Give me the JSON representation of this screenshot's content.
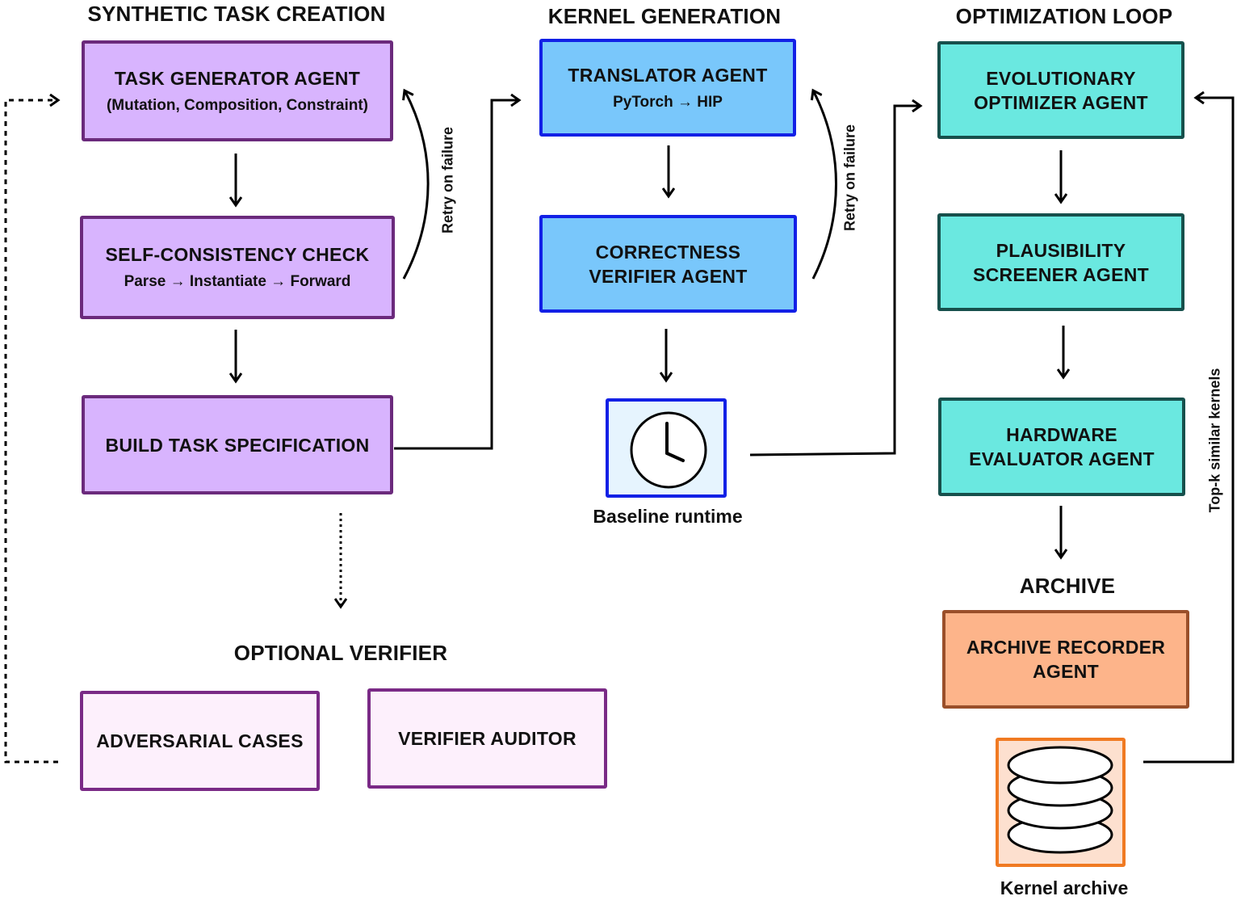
{
  "sections": {
    "synthetic": "SYNTHETIC TASK CREATION",
    "kernel": "KERNEL GENERATION",
    "optimization": "OPTIMIZATION LOOP",
    "archive": "ARCHIVE",
    "optional_verifier": "OPTIONAL VERIFIER"
  },
  "nodes": {
    "task_generator": {
      "title": "TASK GENERATOR AGENT",
      "sub": "(Mutation, Composition, Constraint)"
    },
    "self_consistency": {
      "title": "SELF-CONSISTENCY CHECK",
      "sub": "Parse → Instantiate → Forward"
    },
    "build_spec": {
      "title": "BUILD TASK SPECIFICATION"
    },
    "translator": {
      "title": "TRANSLATOR AGENT",
      "sub": "PyTorch → HIP"
    },
    "correctness": {
      "title": "CORRECTNESS VERIFIER AGENT"
    },
    "evolutionary": {
      "title": "EVOLUTIONARY OPTIMIZER AGENT"
    },
    "plausibility": {
      "title": "PLAUSIBILITY SCREENER AGENT"
    },
    "hardware": {
      "title": "HARDWARE EVALUATOR AGENT"
    },
    "archive_recorder": {
      "title": "ARCHIVE RECORDER AGENT"
    },
    "adversarial": {
      "title": "ADVERSARIAL CASES"
    },
    "verifier_auditor": {
      "title": "VERIFIER AUDITOR"
    }
  },
  "captions": {
    "baseline": "Baseline runtime",
    "kernel_archive": "Kernel archive"
  },
  "edge_labels": {
    "retry_1": "Retry on failure",
    "retry_2": "Retry on failure",
    "topk": "Top-k similar kernels"
  },
  "icons": {
    "clock": "clock-icon",
    "database": "database-icon"
  },
  "colors": {
    "purple_fill": "#d8b4fe",
    "blue_fill": "#79c7fb",
    "teal_fill": "#6ae8e0",
    "orange_fill": "#fdb48a"
  }
}
